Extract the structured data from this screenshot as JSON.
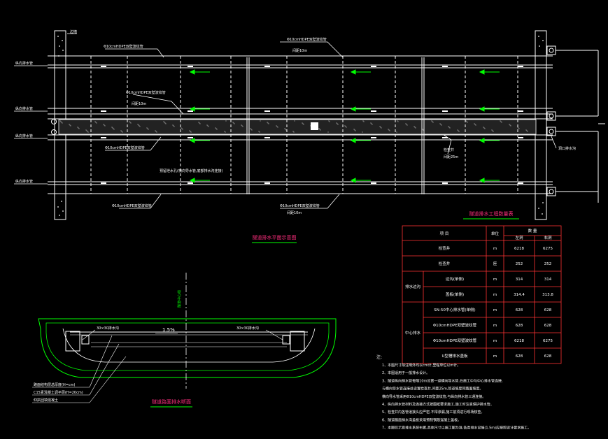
{
  "plan": {
    "caption": "隧道排水平面示意图",
    "labels": {
      "left_wall": "边墙",
      "pipe_top": "Φ10cmHDPE双壁波纹管",
      "pipe_top_mid": "Φ10cmHDPE双壁波纹管",
      "pipe_top_mid_sub": "间距10m",
      "pipe_center_1": "Φ10cmHDPE双壁波纹管",
      "pipe_center_1_sub": "间距10m",
      "pipe_center_2": "Φ10cmHDPE双壁波纹管",
      "drain_note": "预留泄水孔(横向导水管,底部排水沟连接)",
      "pipe_bottom_left": "Φ10cmHDPE双壁波纹管",
      "pipe_bottom_mid": "Φ10cmHDPE双壁波纹管",
      "pipe_bottom_mid_sub": "间距10m",
      "right_label_1": "检查井",
      "right_label_1_sub": "间距25m",
      "right_outlet": "洞口排水沟",
      "left_row_1": "纵向排水管",
      "left_row_2": "纵向排水管",
      "left_row_3": "纵向排水管",
      "left_row_4": "纵向排水管"
    }
  },
  "section": {
    "caption": "隧道路面排水断面",
    "center_line": "隧道中心线",
    "slope": "1.5%",
    "left_callout": "30×30排水沟",
    "right_callout": "30×30排水沟",
    "legend": [
      "路面结构层总厚度(H=cm)",
      "C15素混凝土调平层(H=20cm)",
      "仰拱回填混凝土"
    ]
  },
  "table": {
    "title": "隧道排水工程数量表",
    "headers": [
      "项 目",
      "单位",
      "数 量"
    ],
    "subheaders": [
      "左洞",
      "右洞"
    ],
    "rows": [
      {
        "group": "",
        "item": "检查井",
        "unit": "m",
        "left": "6218",
        "right": "6275"
      },
      {
        "group": "",
        "item": "检查井",
        "unit": "座",
        "left": "252",
        "right": "252"
      },
      {
        "group": "排水边沟",
        "item": "边沟(单侧)",
        "unit": "m",
        "left": "314",
        "right": "314"
      },
      {
        "group": "排水边沟",
        "item": "盖板(单侧)",
        "unit": "m",
        "left": "314.4",
        "right": "313.8"
      },
      {
        "group": "中心排水",
        "item": "SN-50中心排水管(单侧)",
        "unit": "m",
        "left": "628",
        "right": "628"
      },
      {
        "group": "中心排水",
        "item": "Φ10cmHDPE双壁波纹管",
        "unit": "m",
        "left": "628",
        "right": "628"
      },
      {
        "group": "中心排水",
        "item": "Φ10cmHDPE双壁波纹管",
        "unit": "m",
        "left": "6218",
        "right": "6275"
      },
      {
        "group": "中心排水",
        "item": "U型槽排水盖板",
        "unit": "m",
        "left": "628",
        "right": "628"
      }
    ]
  },
  "notes": {
    "heading": "注:",
    "lines": [
      "1、本图尺寸除注明外均以cm计,里程单位以m计。",
      "2、本图适用于一般排水设计。",
      "3、隧道纵向排水管每隔10m设置一道横向导水管,在施工中与中心排水管连接,",
      "   与横向导水管连接处设置检查井,间距25m,管道坡度同路面坡度。",
      "   横向导水管采用Φ10cmHDPE双壁波纹管,与纵向排水管三通连接。",
      "4、纵向排水管材料及连接方式按图纸要求施工,施工时注意保护排水管。",
      "5、检查井内各管道接头应严密,不得渗漏,施工前须进行现场核查。",
      "6、隧道路面排水沟盖板采用预制钢筋混凝土盖板。",
      "7、本图仅示意排水系统布置,具体尺寸以施工图为准,各类排水设施(1.5m)应按照设计要求施工。"
    ]
  },
  "colors": {
    "background": "#000000",
    "line": "#ffffff",
    "accent": "#00ff00",
    "title": "#ff2e7e",
    "magenta": "#ff00ff",
    "table_border": "#ff3333"
  }
}
